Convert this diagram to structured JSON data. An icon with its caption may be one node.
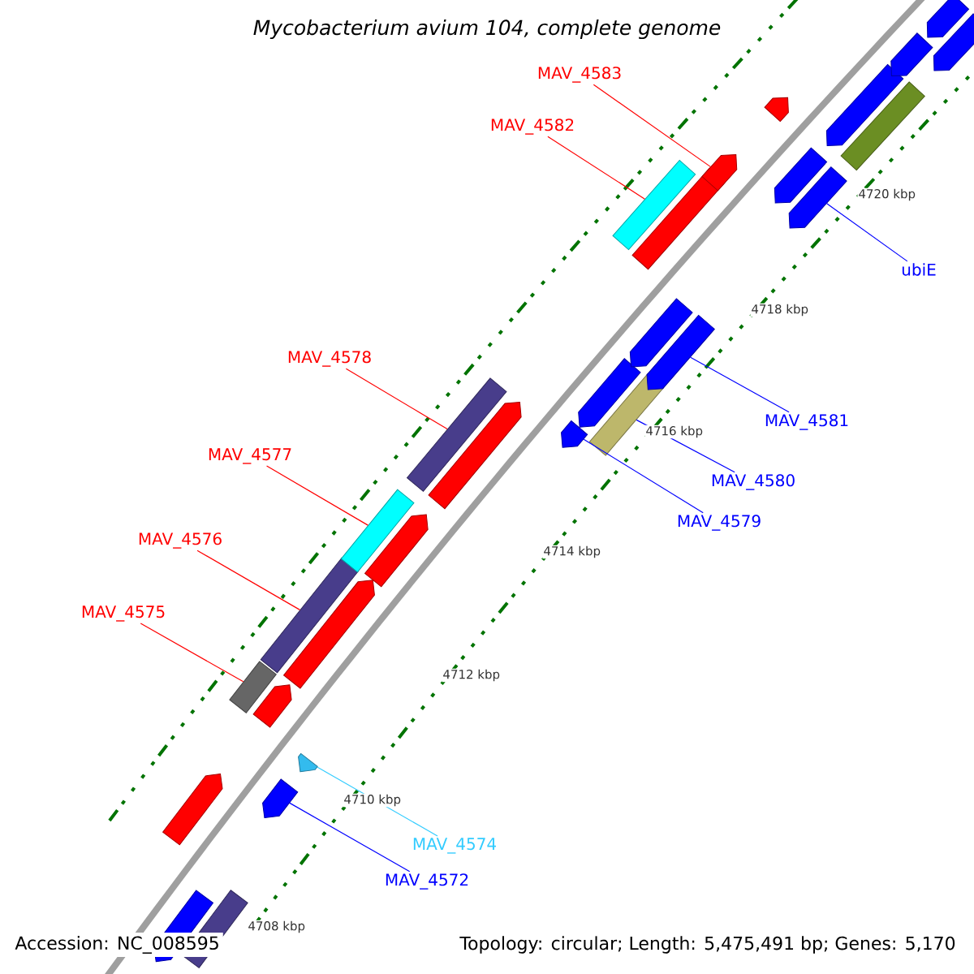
{
  "diagram": {
    "title": "*Mycobacterium avium* 104, complete genome",
    "nodes": [
      {
        "text": [
          "MAV_4583"
        ]
      },
      {
        "text": [
          "MAV_4582"
        ]
      },
      {
        "text": [
          "ubiE"
        ]
      },
      {
        "text": [
          "MAV_4578"
        ]
      },
      {
        "text": [
          "MAV_4581"
        ]
      },
      {
        "text": [
          "MAV_4577"
        ]
      },
      {
        "text": [
          "MAV_4580"
        ]
      },
      {
        "text": [
          "MAV_4579"
        ]
      },
      {
        "text": [
          "MAV_4576"
        ]
      },
      {
        "text": [
          "MAV_4575"
        ]
      },
      {
        "text": [
          "MAV_4574"
        ]
      },
      {
        "text": [
          "MAV_4572"
        ]
      },
      {
        "text": [],
        "shape": "arrow"
      },
      {
        "text": [],
        "shape": "box"
      },
      {
        "text": [],
        "shape": "arrow"
      },
      {
        "text": [],
        "shape": "arrow"
      },
      {
        "text": [],
        "shape": "arrow"
      },
      {
        "text": [],
        "shape": "arrow"
      },
      {
        "text": [],
        "shape": "box"
      },
      {
        "text": [],
        "shape": "box"
      },
      {
        "text": [],
        "shape": "arrow"
      },
      {
        "text": [],
        "shape": "box"
      },
      {
        "text": [],
        "shape": "arrow"
      },
      {
        "text": [],
        "shape": "box"
      },
      {
        "text": [],
        "shape": "arrow"
      },
      {
        "text": [],
        "shape": "arrow"
      },
      {
        "text": [],
        "shape": "box"
      },
      {
        "text": [],
        "shape": "arrow"
      },
      {
        "text": [],
        "shape": "arrow"
      },
      {
        "text": [],
        "shape": "arrow"
      },
      {
        "text": [],
        "shape": "box"
      },
      {
        "text": [],
        "shape": "arrow"
      },
      {
        "text": [],
        "shape": "arrow"
      },
      {
        "text": [],
        "shape": "arrow"
      },
      {
        "text": [],
        "shape": "arrow"
      },
      {
        "text": [],
        "shape": "arrow"
      },
      {
        "text": [],
        "shape": "arrow"
      },
      {
        "text": [],
        "shape": "box"
      },
      {
        "text": [],
        "shape": "arrow"
      },
      {
        "text": [],
        "shape": "arrow"
      },
      {
        "text": [],
        "shape": "arrow"
      }
    ],
    "edges": [
      {
        "from": 0,
        "to": 32,
        "arrow": "none",
        "color": "#ff0000"
      },
      {
        "from": 1,
        "to": 30,
        "arrow": "none",
        "color": "#ff0000"
      },
      {
        "from": 2,
        "to": 35,
        "arrow": "none",
        "color": "#0000ff"
      },
      {
        "from": 3,
        "to": 23,
        "arrow": "none",
        "color": "#ff0000"
      },
      {
        "from": 4,
        "to": 29,
        "arrow": "none",
        "color": "#0000ff"
      },
      {
        "from": 5,
        "to": 21,
        "arrow": "none",
        "color": "#ff0000"
      },
      {
        "from": 6,
        "to": 26,
        "arrow": "none",
        "color": "#0000ff"
      },
      {
        "from": 7,
        "to": 25,
        "arrow": "none",
        "color": "#0000ff"
      },
      {
        "from": 8,
        "to": 19,
        "arrow": "none",
        "color": "#ff0000"
      },
      {
        "from": 9,
        "to": 18,
        "arrow": "none",
        "color": "#ff0000"
      },
      {
        "from": 10,
        "to": 16,
        "arrow": "none",
        "color": "#33ccff"
      },
      {
        "from": 11,
        "to": 15,
        "arrow": "none",
        "color": "#0000ff"
      }
    ],
    "labels": [
      "4720 kbp",
      "4718 kbp",
      "4716 kbp",
      "4714 kbp",
      "4712 kbp",
      "4710 kbp",
      "4708 kbp",
      "Accession: NC_008595",
      "Topology: circular; Length: 5,475,491 bp; Genes: 5,170"
    ]
  }
}
